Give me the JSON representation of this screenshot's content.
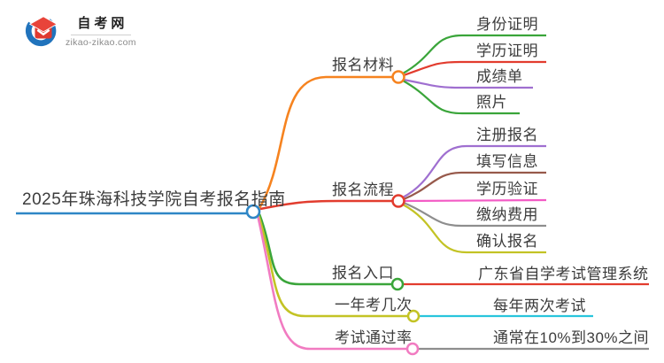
{
  "logo": {
    "site_name": "自考网",
    "site_domain": "zikao-zikao.com"
  },
  "colors": {
    "blue": "#2e86c6",
    "orange": "#f6831f",
    "red": "#e23c2e",
    "green": "#3aa53a",
    "purple": "#9f6fd0",
    "brown": "#97594b",
    "magenta": "#f35bc5",
    "gray": "#8e8e8e",
    "olive": "#c3c325",
    "cyan": "#29c5dc",
    "pink": "#f17bc1",
    "logo_blue": "#2073bc",
    "logo_red": "#e03a30",
    "text": "#3c3c3c"
  },
  "mindmap": {
    "root": {
      "label": "2025年珠海科技学院自考报名指南"
    },
    "branches": [
      {
        "label": "报名材料",
        "children": [
          {
            "label": "身份证明"
          },
          {
            "label": "学历证明"
          },
          {
            "label": "成绩单"
          },
          {
            "label": "照片"
          }
        ]
      },
      {
        "label": "报名流程",
        "children": [
          {
            "label": "注册报名"
          },
          {
            "label": "填写信息"
          },
          {
            "label": "学历验证"
          },
          {
            "label": "缴纳费用"
          },
          {
            "label": "确认报名"
          }
        ]
      },
      {
        "label": "报名入口",
        "children": [
          {
            "label": "广东省自学考试管理系统"
          }
        ]
      },
      {
        "label": "一年考几次",
        "children": [
          {
            "label": "每年两次考试"
          }
        ]
      },
      {
        "label": "考试通过率",
        "children": [
          {
            "label": "通常在10%到30%之间"
          }
        ]
      }
    ]
  }
}
